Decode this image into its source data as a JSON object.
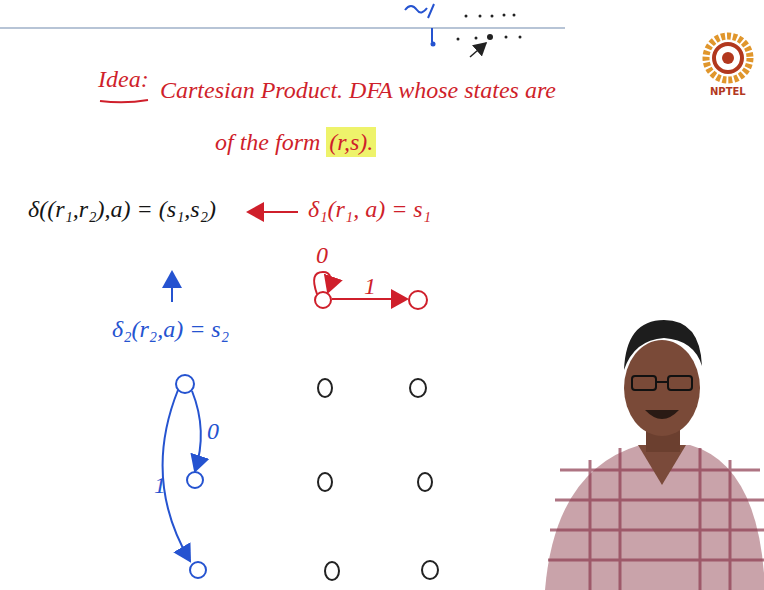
{
  "diagram": {
    "labels": [
      "Idea:",
      "Cartesian Product. DFA whose states are of the form",
      "(r,s).",
      "δ((r₁,r₂),a) = (s₁,s₂)",
      "δ₁(r₁, a) = s₁",
      "0",
      "1",
      "δ₂(r₂,a) = s₂",
      "0",
      "1",
      "NPTEL"
    ]
  }
}
